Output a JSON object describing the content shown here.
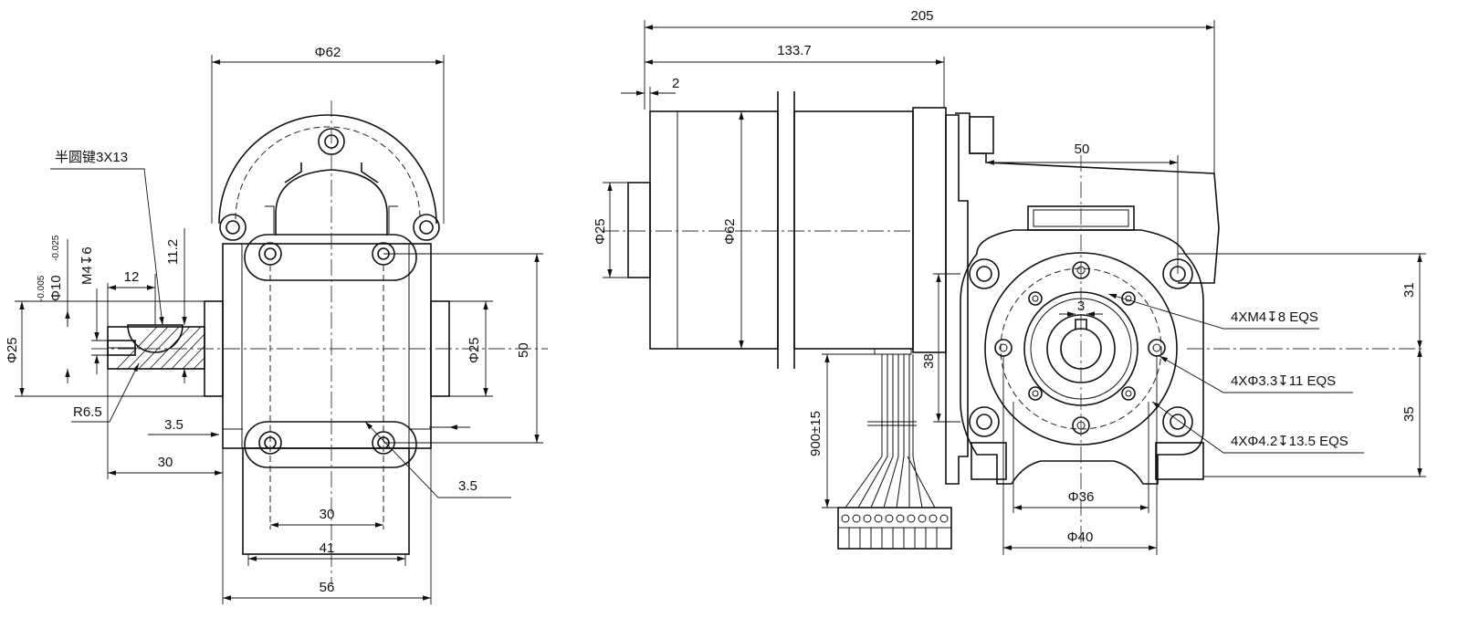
{
  "left_view": {
    "dimensions": {
      "dia_62": "Φ62",
      "key_note": "半圆键3X13",
      "tol_upper": "-0.005",
      "dia_10": "Φ10",
      "tol_lower": "-0.025",
      "m4": "M4↧6",
      "d12": "12",
      "d11_2": "11.2",
      "dia_25_left": "Φ25",
      "dia_25_right": "Φ25",
      "d50": "50",
      "r6_5": "R6.5",
      "d3_5a": "3.5",
      "d30_left": "30",
      "d3_5b": "3.5",
      "d30_bottom": "30",
      "d41": "41",
      "d56": "56"
    }
  },
  "right_view": {
    "dimensions": {
      "d205": "205",
      "d133_7": "133.7",
      "d2": "2",
      "d50": "50",
      "dia_25": "Φ25",
      "dia_62": "Φ62",
      "d3": "3",
      "d31": "31",
      "d35": "35",
      "d38": "38",
      "d900": "900±15",
      "dia_36": "Φ36",
      "dia_40": "Φ40"
    },
    "callouts": {
      "holes_m4": "4XM4↧8 EQS",
      "holes_3_3": "4XΦ3.3↧11 EQS",
      "holes_4_2": "4XΦ4.2↧13.5 EQS"
    }
  }
}
